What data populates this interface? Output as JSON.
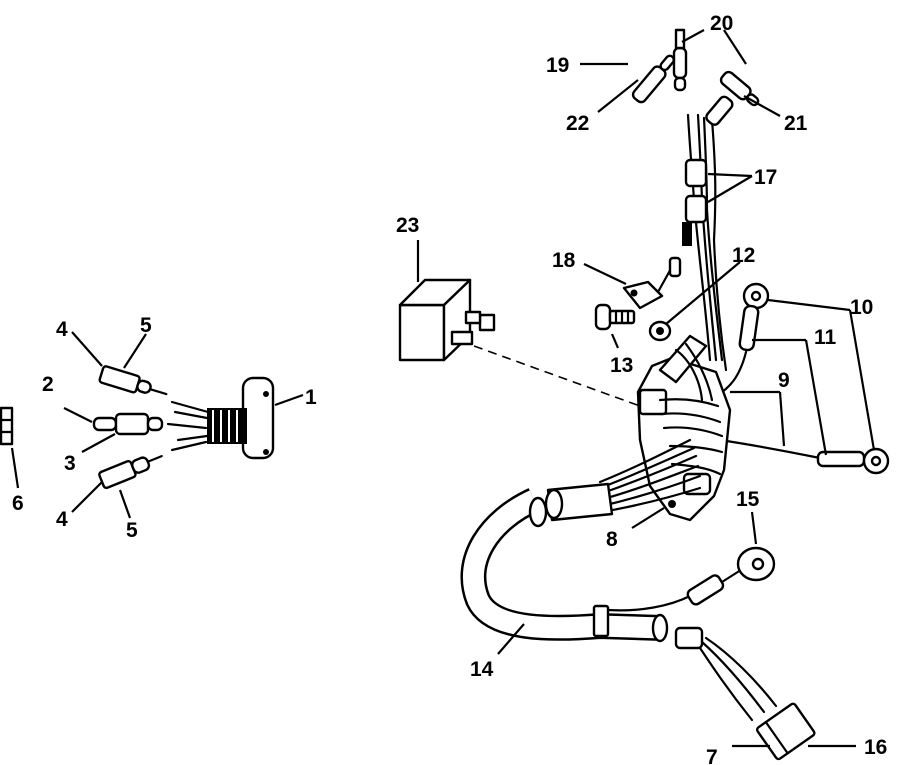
{
  "callouts": {
    "c1": "1",
    "c2": "2",
    "c3": "3",
    "c4a": "4",
    "c4b": "4",
    "c5a": "5",
    "c5b": "5",
    "c6": "6",
    "c7": "7",
    "c8": "8",
    "c9": "9",
    "c10": "10",
    "c11": "11",
    "c12": "12",
    "c13": "13",
    "c14": "14",
    "c15": "15",
    "c16": "16",
    "c17": "17",
    "c18": "18",
    "c19": "19",
    "c20": "20",
    "c21": "21",
    "c22": "22",
    "c23": "23"
  }
}
